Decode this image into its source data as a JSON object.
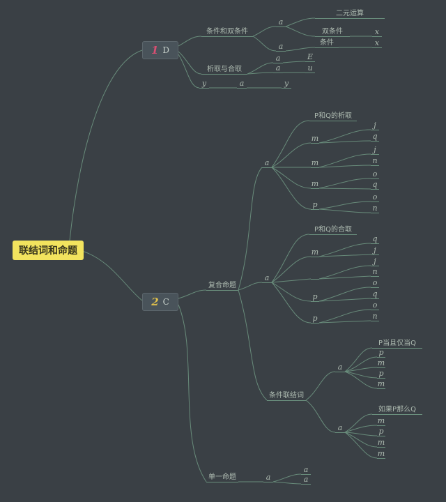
{
  "colors": {
    "background": "#3a4045",
    "branch_line": "#6a8f7d",
    "text": "#aebbb1",
    "root_background": "#f2e35e",
    "node1_number": "#d84f72",
    "node2_number": "#dfc04c"
  },
  "root": {
    "label": "联结词和命题"
  },
  "node1": {
    "number": "1",
    "letter": "D"
  },
  "node2": {
    "number": "2",
    "letter": "C"
  },
  "branch1": {
    "cond_bicond": {
      "label": "条件和双条件"
    },
    "a1": "a",
    "binary_op": "二元运算",
    "bicond": "双条件",
    "x1": "x",
    "a2": "a",
    "cond": "条件",
    "x2": "x",
    "disj_conj": {
      "label": "析取与合取"
    },
    "a3": "a",
    "e": "E",
    "a4": "a",
    "u": "u",
    "y1": "y",
    "a5": "a",
    "y2": "y"
  },
  "branch2": {
    "compound": {
      "label": "复合命题"
    },
    "a1": "a",
    "group1": {
      "title": "P和Q的析取",
      "mid": [
        "m",
        "m",
        "m",
        "p"
      ],
      "leaves": [
        "j",
        "q",
        "j",
        "n",
        "o",
        "q",
        "o",
        "n"
      ]
    },
    "a2": "a",
    "group2": {
      "title": "P和Q的合取",
      "mid": [
        "m",
        "p",
        "p",
        "p"
      ],
      "leaves": [
        "q",
        "j",
        "j",
        "n",
        "o",
        "q",
        "o",
        "n"
      ]
    },
    "cond_conn": {
      "label": "条件联结词"
    },
    "a3": "a",
    "group3": {
      "title": "P当且仅当Q",
      "leaves": [
        "p",
        "m",
        "p",
        "m"
      ]
    },
    "a4": "a",
    "group4": {
      "title": "如果P那么Q",
      "leaves": [
        "m",
        "p",
        "m",
        "m"
      ]
    },
    "single": {
      "label": "单一命题"
    },
    "a5": "a",
    "a6": "a",
    "a7": "a"
  }
}
